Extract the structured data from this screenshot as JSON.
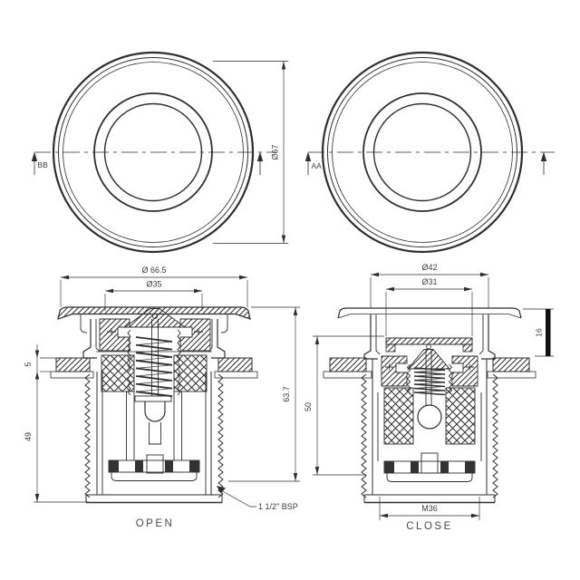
{
  "drawing": {
    "title": "drain-valve-technical-drawing",
    "colors": {
      "background": "#ffffff",
      "line": "#2e2e2e",
      "text": "#3d3d3d",
      "seal": "#333333"
    },
    "top_view_left": {
      "section_label": "BB",
      "diameter_dim": "Ø67"
    },
    "top_view_right": {
      "section_label": "AA"
    },
    "section_open": {
      "caption": "OPEN",
      "dim_flange": "Ø 66.5",
      "dim_cap": "Ø35",
      "dim_deck_thickness": "5",
      "dim_lower_height": "49",
      "dim_total_height": "63.7",
      "thread_label": "1 1/2\" BSP"
    },
    "section_close": {
      "caption": "CLOSE",
      "dim_flange": "Ø42",
      "dim_plate": "Ø31",
      "dim_cap_height": "16",
      "dim_body_height": "50",
      "thread_label": "M36"
    }
  }
}
